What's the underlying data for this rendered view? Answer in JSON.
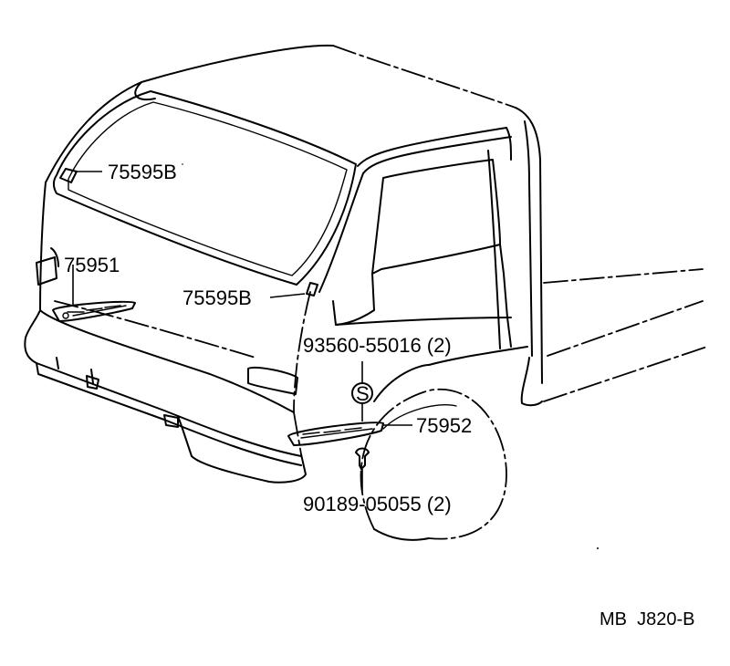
{
  "diagram": {
    "labels": [
      {
        "id": "upper-window-emblem",
        "text": "75595B"
      },
      {
        "id": "front-panel-emblem",
        "text": "75951"
      },
      {
        "id": "side-window-emblem",
        "text": "75595B"
      },
      {
        "id": "screw",
        "text": "93560-55016 (2)"
      },
      {
        "id": "side-emblem",
        "text": "75952"
      },
      {
        "id": "clip",
        "text": "90189-05055 (2)"
      }
    ],
    "screw_symbol": "S",
    "reference_code": "MB  J820-B"
  }
}
